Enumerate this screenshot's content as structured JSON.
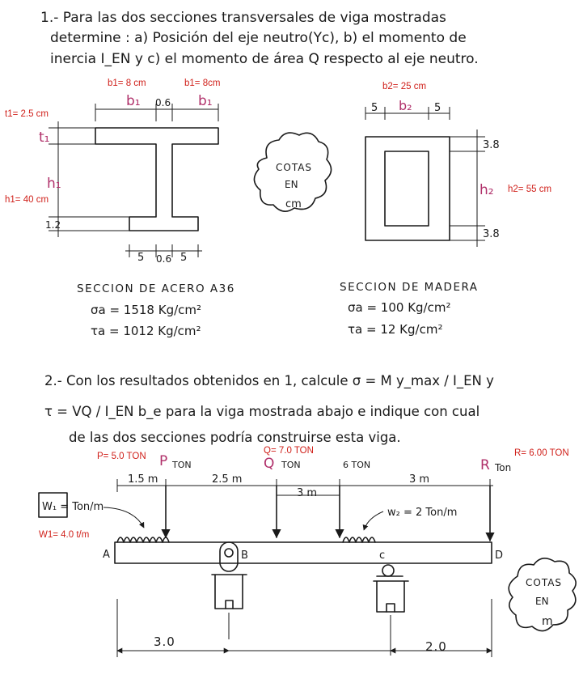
{
  "problem1": {
    "line1": "1.- Para las dos secciones transversales de viga mostradas",
    "line2": "determine : a) Posición del eje neutro(Yc), b) el momento de",
    "line3": "inercia I_EN y c) el momento de área Q respecto al eje neutro."
  },
  "steel": {
    "b1_left_note": "b1= 8 cm",
    "b1_right_note": "b1= 8cm",
    "t1_note": "t1= 2.5 cm",
    "h1_note": "h1= 40 cm",
    "b1_label": "b₁",
    "web_top": "0.6",
    "t1_label": "t₁",
    "h1_label": "h₁",
    "flange_bottom": "1.2",
    "dim_5_left": "5",
    "web_bottom": "0.6",
    "dim_5_right": "5",
    "title": "SECCION DE ACERO A36",
    "sigma": "σa = 1518 Kg/cm²",
    "tau": "τa = 1012 Kg/cm²"
  },
  "cotas_cm": {
    "l1": "COTAS",
    "l2": "EN",
    "l3": "cm"
  },
  "wood": {
    "b2_note": "b2= 25 cm",
    "dim5_left": "5",
    "b2_label": "b₂",
    "dim5_right": "5",
    "top_38": "3.8",
    "h2_label": "h₂",
    "h2_note": "h2= 55 cm",
    "bottom_38": "3.8",
    "title": "SECCION DE MADERA",
    "sigma": "σa = 100 Kg/cm²",
    "tau": "τa = 12 Kg/cm²"
  },
  "problem2": {
    "line1": "2.- Con los resultados obtenidos en 1, calcule σ = M y_max / I_EN y",
    "line2": "τ = VQ / I_EN b_e para la viga mostrada abajo e indique con cual",
    "line3": "de las dos secciones podría construirse esta viga."
  },
  "beam": {
    "p_note": "P= 5.0 TON",
    "q_note": "Q= 7.0 TON",
    "r_note": "R= 6.00 TON",
    "p_label": "P",
    "q_label": "Q",
    "r_label": "R",
    "ton_p": "TON",
    "ton_q": "TON",
    "ton_6": "6 TON",
    "ton_r": "Ton",
    "d15": "1.5 m",
    "d25": "2.5 m",
    "d3m_mid": "3 m",
    "d3m_right": "3 m",
    "w1_label": "W₁ = Ton/m",
    "w1_note": "W1= 4.0 t/m",
    "w2_label": "w₂ = 2 Ton/m",
    "pt_a": "A",
    "pt_b": "B",
    "pt_c": "c",
    "pt_d": "D",
    "span_left": "3.0",
    "span_right": "2.0"
  },
  "cotas_m": {
    "l1": "COTAS",
    "l2": "EN",
    "l3": "m"
  }
}
